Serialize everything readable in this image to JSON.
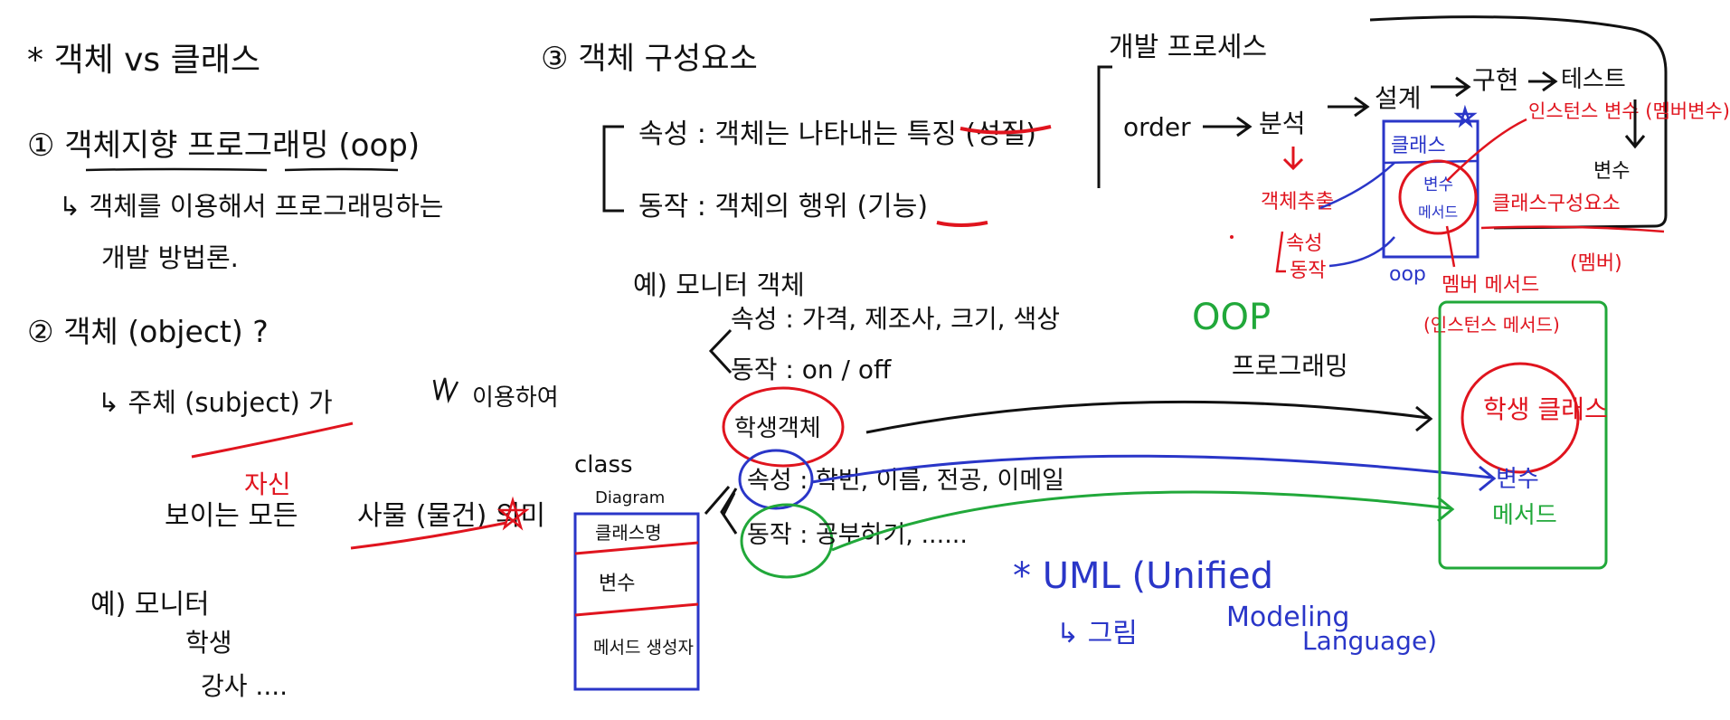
{
  "colors": {
    "ink": "#111111",
    "red": "#e0141e",
    "blue": "#2a36c8",
    "green": "#21a83a"
  },
  "left": {
    "title": "* 객체 vs 클래스",
    "oop_heading": "① 객체지향 프로그래밍 (oop)",
    "oop_desc_1": "↳ 객체를 이용해서 프로그래밍하는",
    "oop_desc_2": "개발 방법론.",
    "object_heading": "② 객체 (object) ?",
    "subject_line_a": "↳ 주체 (subject) 가",
    "subject_line_b": "이용하여",
    "red_note": "자신",
    "visible_line_a": "보이는 모든",
    "visible_line_b": "사물 (물건) 의미",
    "example_head": "예) 모니터",
    "example_1": "학생",
    "example_2": "강사 ....",
    "class_word": "class",
    "diagram_word": "Diagram",
    "diagram_rows": [
      "클래스명",
      "변수",
      "메서드 생성자"
    ]
  },
  "middle": {
    "heading": "③ 객체 구성요소",
    "attr_line": "속성 : 객체는 나타내는 특징 (성질)",
    "attr_red": "특징 (성질)",
    "behavior_line": "동작 : 객체의 행위 (기능)",
    "example_head": "예) 모니터 객체",
    "example_attr": "속성 : 가격, 제조사, 크기, 색상",
    "example_behavior": "동작 : on / off",
    "student_object": "학생객체",
    "student_attr": "속성 : 학번, 이름, 전공, 이메일",
    "student_behavior": "동작 : 공부하기, ......"
  },
  "right": {
    "process_title": "개발 프로세스",
    "flow": [
      "order",
      "분석",
      "설계",
      "구현",
      "테스트"
    ],
    "object_extract": "객체추출",
    "object_attr": "속성",
    "object_behavior": "동작",
    "class_label": "클래스",
    "oop_label": "oop",
    "member_variable": "인스턴스 변수 (멤버변수)",
    "variable": "변수",
    "class_construct": "클래스구성요소",
    "member_paren": "(멤버)",
    "member_method": "멤버 메서드",
    "instance_method": "(인스턴스 메서드)",
    "oop_green": "OOP",
    "programming": "프로그래밍",
    "student_class": "학생 클래스",
    "var_blue": "변수",
    "method_green": "메서드",
    "uml_line_a": "* UML (Unified",
    "uml_line_b": "Modeling",
    "uml_line_c": "Language)",
    "uml_picture": "↳ 그림"
  }
}
